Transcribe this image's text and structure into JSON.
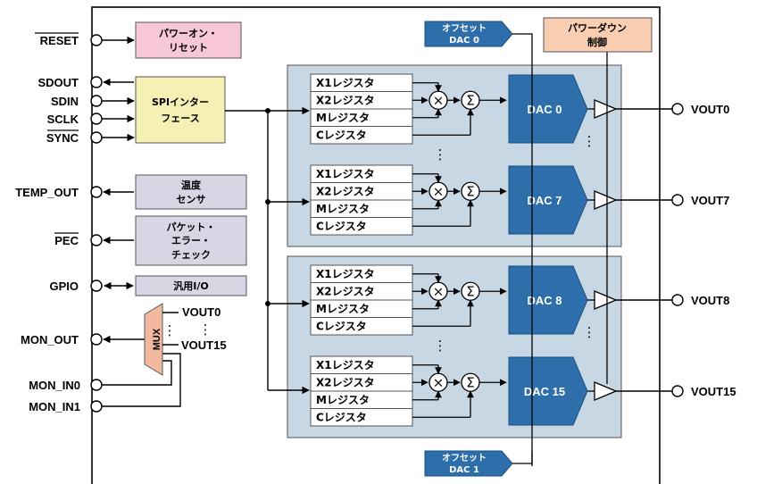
{
  "pins_left": {
    "reset": "RESET",
    "sdout": "SDOUT",
    "sdin": "SDIN",
    "sclk": "SCLK",
    "sync": "SYNC",
    "temp_out": "TEMP_OUT",
    "pec": "PEC",
    "gpio": "GPIO",
    "mon_out": "MON_OUT",
    "mon_in0": "MON_IN0",
    "mon_in1": "MON_IN1"
  },
  "pins_right": {
    "vout0": "VOUT0",
    "vout7": "VOUT7",
    "vout8": "VOUT8",
    "vout15": "VOUT15"
  },
  "blocks": {
    "power_on_reset": [
      "パワーオン・",
      "リセット"
    ],
    "spi_interface": [
      "SPIインター",
      "フェース"
    ],
    "temp_sensor": [
      "温度",
      "センサ"
    ],
    "packet_error_check": [
      "パケット・",
      "エラー・",
      "チェック"
    ],
    "gpio": "汎用I/O",
    "power_down": [
      "パワーダウン",
      "制御"
    ]
  },
  "offset_dac0": [
    "オフセット",
    "DAC 0"
  ],
  "offset_dac1": [
    "オフセット",
    "DAC 1"
  ],
  "registers": [
    "X1レジスタ",
    "X2レジスタ",
    "Mレジスタ",
    "Cレジスタ"
  ],
  "channels": [
    "DAC 0",
    "DAC 7",
    "DAC 8",
    "DAC 15"
  ],
  "ops": {
    "multiply": "×",
    "sum": "Σ"
  },
  "mux": {
    "label": "MUX",
    "in_top": "VOUT0",
    "in_bottom": "VOUT15",
    "dots": "⋮"
  },
  "ellipsis": "⋮",
  "colors": {
    "reset_block": "#f6c8d6",
    "spi_block": "#f7f0b4",
    "grey_block": "#d8d6e4",
    "power_down_block": "#f8cdb2",
    "channel_group": "#c8d7e4",
    "dac": "#2e6fab",
    "mux": "#f0b9a0"
  }
}
